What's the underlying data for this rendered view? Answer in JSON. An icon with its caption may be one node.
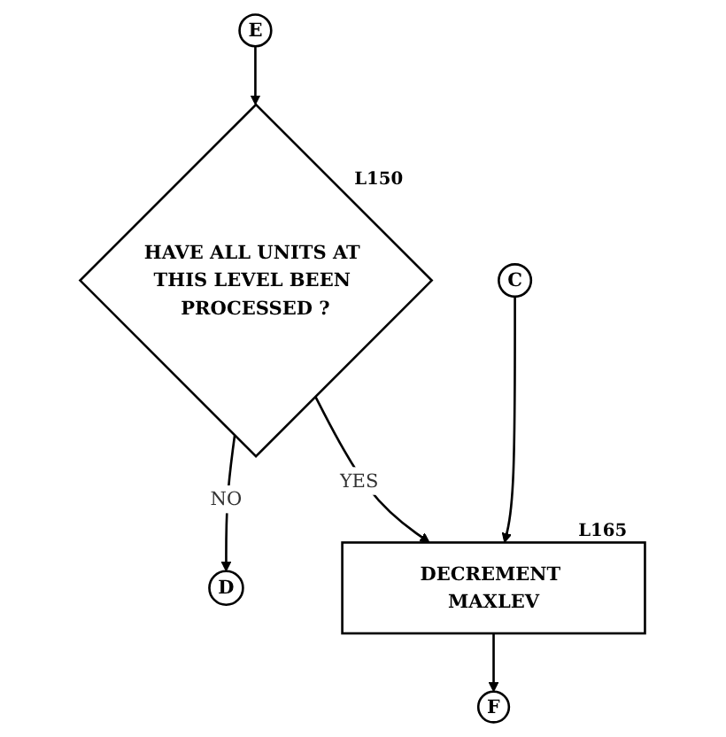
{
  "diagram": {
    "nodes": [
      {
        "text": [
          "E"
        ]
      },
      {
        "text": [
          "HAVE ALL UNITS AT THIS LEVEL BEEN PROCESSED ?"
        ],
        "beside": [
          "L150"
        ]
      },
      {
        "text": [
          "D"
        ]
      },
      {
        "text": [
          "C"
        ]
      },
      {
        "text": [
          "DECREMENT MAXLEV"
        ],
        "beside": [
          "L165"
        ]
      },
      {
        "text": [
          "F"
        ]
      }
    ],
    "edges": [
      {
        "from": 0,
        "to": 1,
        "arrow": "to"
      },
      {
        "from": 1,
        "to": 2,
        "arrow": "to",
        "label": "NO"
      },
      {
        "from": 1,
        "to": 4,
        "arrow": "to",
        "label": "YES"
      },
      {
        "from": 3,
        "to": 4,
        "arrow": "to"
      },
      {
        "from": 4,
        "to": 5,
        "arrow": "to"
      }
    ]
  }
}
